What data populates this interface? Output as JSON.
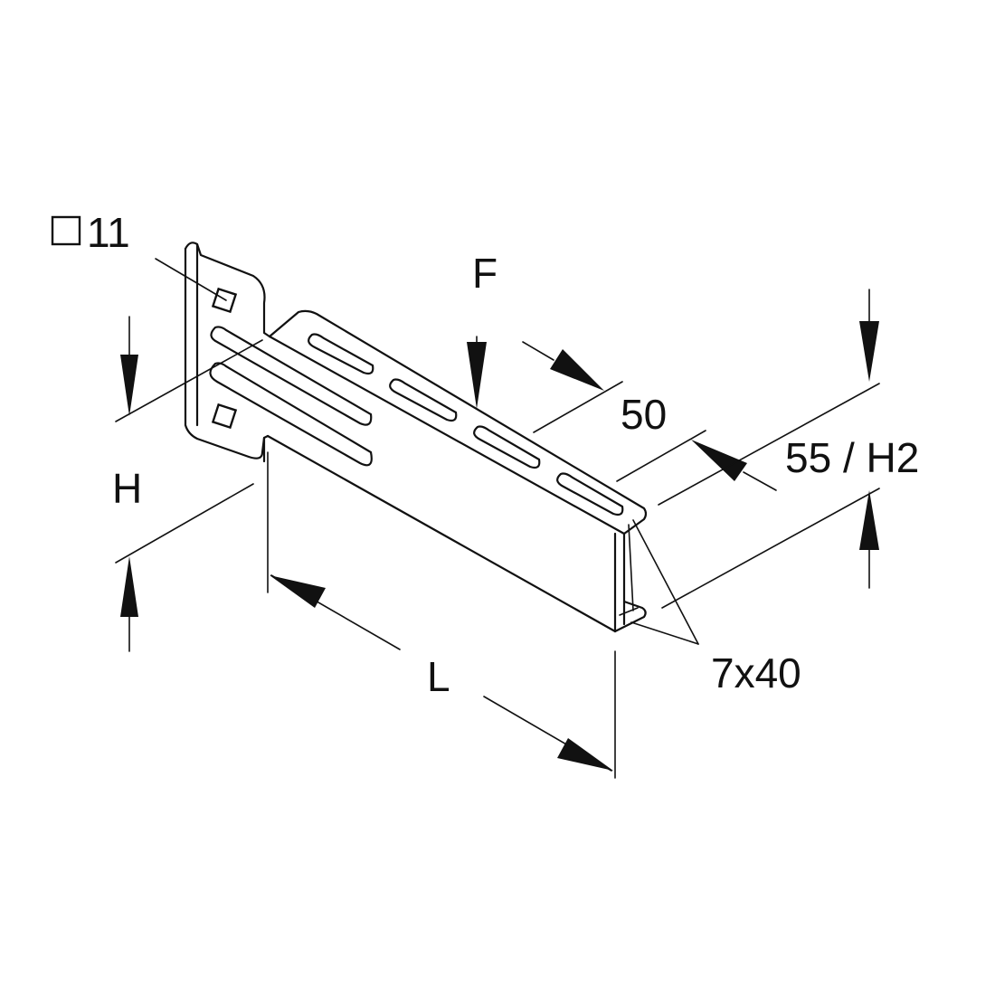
{
  "diagram": {
    "labels": {
      "hole_size": "11",
      "force": "F",
      "slot_pitch": "50",
      "flange_height": "55 / H2",
      "height": "H",
      "length": "L",
      "slot_size": "7x40"
    },
    "symbols": {
      "square_hole_symbol": "square-outline-icon"
    }
  }
}
